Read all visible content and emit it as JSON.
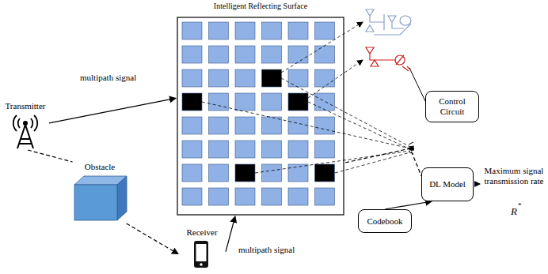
{
  "diagram": {
    "nodes": [
      {
        "text": [
          "Intelligent Reflecting Surface"
        ]
      },
      {
        "text": [
          "Transmitter"
        ]
      },
      {
        "text": [
          "Obstacle"
        ]
      },
      {
        "text": [
          "Receiver"
        ]
      },
      {
        "text": [
          "Control Circuit"
        ]
      },
      {
        "text": [
          "DL Model"
        ]
      },
      {
        "text": [
          "Codebook"
        ]
      }
    ],
    "edges": [
      {
        "from": 1,
        "to": 0,
        "arrow": "to",
        "label": "multipath signal"
      },
      {
        "from": 1,
        "to": 2,
        "arrow": "none"
      },
      {
        "from": 2,
        "to": 3,
        "arrow": "to"
      },
      {
        "from": 3,
        "to": 0,
        "arrow": "to",
        "label": "multipath signal"
      },
      {
        "from": 0,
        "to": 5,
        "arrow": "none"
      },
      {
        "from": 6,
        "to": 5,
        "arrow": "to"
      }
    ],
    "labels": [
      "Maximum signal transmission rate",
      "R",
      "*"
    ]
  }
}
